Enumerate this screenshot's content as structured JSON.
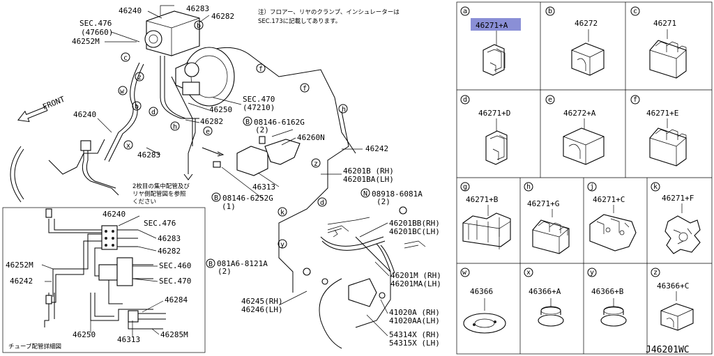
{
  "diagram_code": "J46201WC",
  "note": [
    "注）フロアー、リヤのクランプ、インシュレーターは",
    "SEC.173に記載してあります。"
  ],
  "front_label": "FRONT",
  "main_labels": {
    "p46240_top": "46240",
    "p46283_top": "46283",
    "p46282_top": "46282",
    "sec476": "SEC.476",
    "sec476_sub": "(47660)",
    "p46252m": "46252M",
    "sec470": "SEC.470",
    "sec470_sub": "(47210)",
    "p46250": "46250",
    "p46282_mid": "46282",
    "p46240_left": "46240",
    "p46283_mid": "46283",
    "bolt1": "08146-6162G",
    "bolt1_qty": "(2)",
    "p46260n": "46260N",
    "p46313": "46313",
    "bolt2": "08146-6252G",
    "bolt2_qty": "(1)",
    "note2": [
      "2枚目の集中配管及び",
      "リヤ側配管図を参照",
      "ください"
    ],
    "p46242": "46242",
    "p46201b": "46201B (RH)",
    "p46201ba": "46201BA(LH)",
    "nut": "08918-6081A",
    "nut_qty": "(2)",
    "p46201bb": "46201BB(RH)",
    "p46201bc": "46201BC(LH)",
    "bolt3": "081A6-8121A",
    "bolt3_qty": "(2)",
    "p46201m": "46201M (RH)",
    "p46201ma": "46201MA(LH)",
    "p46245": "46245(RH)",
    "p46246": "46246(LH)",
    "p41020a": "41020A (RH)",
    "p41020aa": "41020AA(LH)",
    "p54314x": "54314X (RH)",
    "p54315x": "54315X (LH)"
  },
  "callouts": [
    "a",
    "b",
    "c",
    "d",
    "e",
    "f",
    "g",
    "h",
    "j",
    "k",
    "w",
    "x",
    "y",
    "z"
  ],
  "detail_box": {
    "title": "チューブ配管詳細図",
    "labels": [
      "46240",
      "SEC.476",
      "46283",
      "46282",
      "46252M",
      "SEC.460",
      "46242",
      "SEC.470",
      "46284",
      "46250",
      "46313",
      "46285M"
    ]
  },
  "parts_grid": [
    {
      "letter": "a",
      "part": "46271+A",
      "highlight": true
    },
    {
      "letter": "b",
      "part": "46272"
    },
    {
      "letter": "c",
      "part": "46271"
    },
    {
      "letter": "d",
      "part": "46271+D"
    },
    {
      "letter": "e",
      "part": "46272+A"
    },
    {
      "letter": "f",
      "part": "46271+E"
    },
    {
      "letter": "g",
      "part": "46271+B"
    },
    {
      "letter": "h",
      "part": "46271+G"
    },
    {
      "letter": "j",
      "part": "46271+C"
    },
    {
      "letter": "k",
      "part": "46271+F"
    },
    {
      "letter": "w",
      "part": "46366"
    },
    {
      "letter": "x",
      "part": "46366+A"
    },
    {
      "letter": "y",
      "part": "46366+B"
    },
    {
      "letter": "z",
      "part": "46366+C"
    }
  ],
  "colors": {
    "highlight": "#8a8fd6",
    "line": "#000000"
  }
}
